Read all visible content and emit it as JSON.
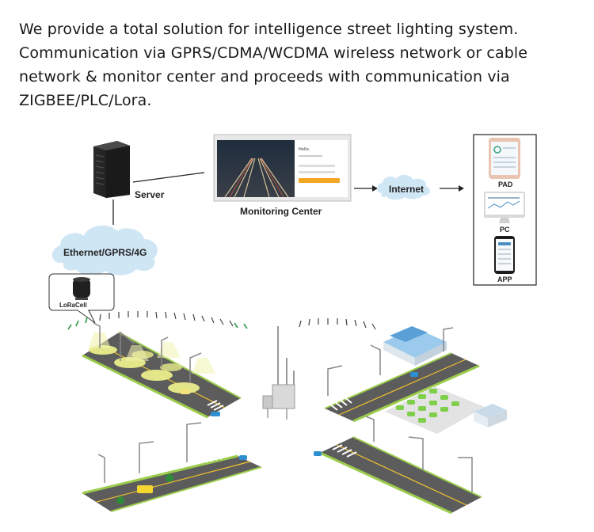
{
  "intro": "We provide a total solution for intelligence street lighting system. Communication via GPRS/CDMA/WCDMA wireless network or cable network & monitor center and proceeds with communication via ZIGBEE/PLC/Lora.",
  "nodes": {
    "server": "Server",
    "monitoring_center": "Monitoring Center",
    "internet": "Internet",
    "network_cloud": "Ethernet/GPRS/4G",
    "gateway": "LoRaCell"
  },
  "devices": {
    "pad": "PAD",
    "pc": "PC",
    "app": "APP"
  },
  "screen": {
    "greeting": "Hello,"
  },
  "colors": {
    "cloud": "#cfe6f5",
    "road": "#5c5c5c",
    "road_edge": "#9ccc4b",
    "light_glow": "#e9ec8a",
    "building_roof": "#5aa0d6"
  }
}
